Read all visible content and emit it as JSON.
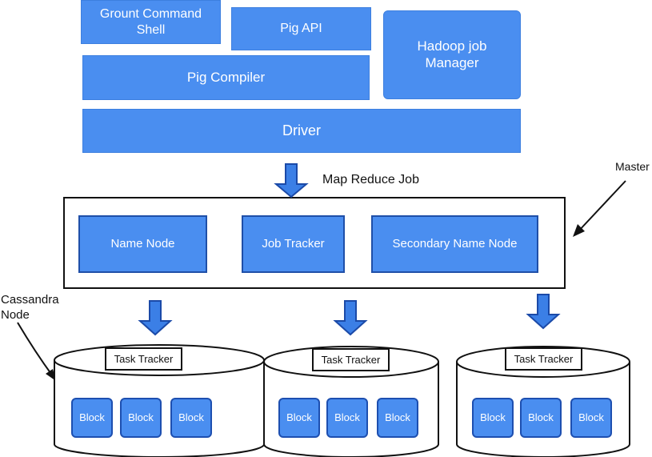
{
  "pig_stack": {
    "grunt_shell": "Grount Command Shell",
    "pig_api": "Pig API",
    "hadoop_job_manager": "Hadoop job Manager",
    "pig_compiler": "Pig Compiler",
    "driver": "Driver"
  },
  "flow": {
    "map_reduce_job": "Map Reduce Job"
  },
  "master": {
    "label": "Master",
    "nodes": {
      "name_node": "Name Node",
      "job_tracker": "Job Tracker",
      "secondary_name_node": "Secondary Name Node"
    }
  },
  "cassandra_node_label": "Cassandra Node",
  "cassandra_nodes": [
    {
      "task_tracker": "Task Tracker",
      "blocks": [
        "Block",
        "Block",
        "Block"
      ]
    },
    {
      "task_tracker": "Task Tracker",
      "blocks": [
        "Block",
        "Block",
        "Block"
      ]
    },
    {
      "task_tracker": "Task Tracker",
      "blocks": [
        "Block",
        "Block",
        "Block"
      ]
    }
  ],
  "colors": {
    "box_fill": "#4a8ef0",
    "block_border": "#1d4fb0",
    "arrow_fill": "#3b7fe6",
    "arrow_stroke": "#1b4aa8",
    "outline": "#111111"
  }
}
